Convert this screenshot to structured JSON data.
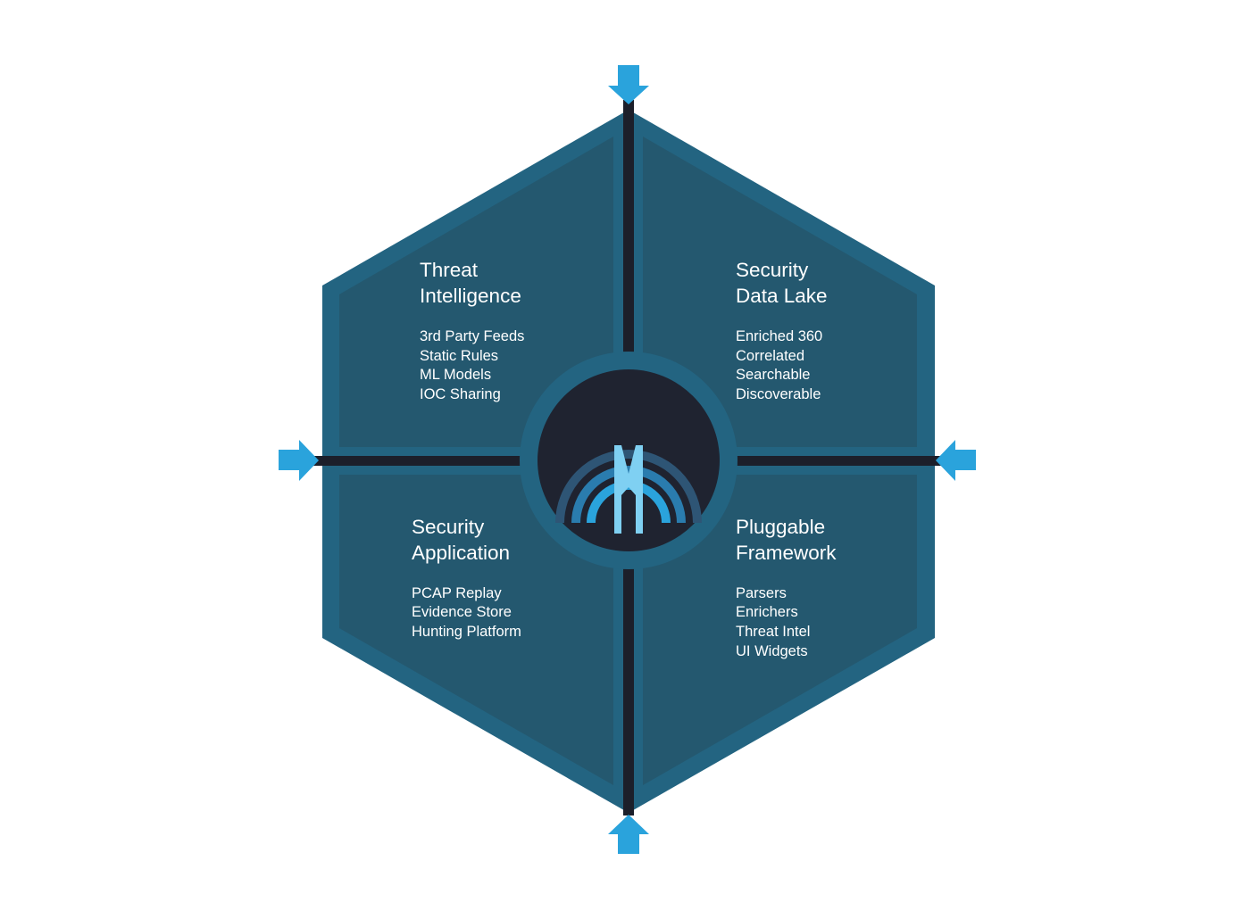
{
  "quadrants": {
    "top_left": {
      "title_line1": "Threat",
      "title_line2": "Intelligence",
      "items": [
        "3rd Party Feeds",
        "Static Rules",
        "ML Models",
        "IOC Sharing"
      ]
    },
    "top_right": {
      "title_line1": "Security",
      "title_line2": "Data Lake",
      "items": [
        "Enriched 360",
        "Correlated",
        "Searchable",
        "Discoverable"
      ]
    },
    "bottom_left": {
      "title_line1": "Security",
      "title_line2": "Application",
      "items": [
        "PCAP Replay",
        "Evidence Store",
        "Hunting Platform"
      ]
    },
    "bottom_right": {
      "title_line1": "Pluggable",
      "title_line2": "Framework",
      "items": [
        "Parsers",
        "Enrichers",
        "Threat Intel",
        "UI Widgets"
      ]
    }
  },
  "arrows": [
    "top",
    "right",
    "bottom",
    "left"
  ],
  "center": {
    "icon": "m-signal-logo-icon"
  },
  "colors": {
    "hex_outer": "#236481",
    "hex_inner": "#24586F",
    "divider": "#1C1F2A",
    "arrow": "#2AA3DC",
    "center_ring": "#236481",
    "center_disc": "#1F2330",
    "arc_outer": "#2E5575",
    "arc_middle": "#2A7CAE",
    "arc_inner": "#2AA3DC",
    "logo_letter": "#7FD0F2",
    "text": "#FFFFFF"
  }
}
